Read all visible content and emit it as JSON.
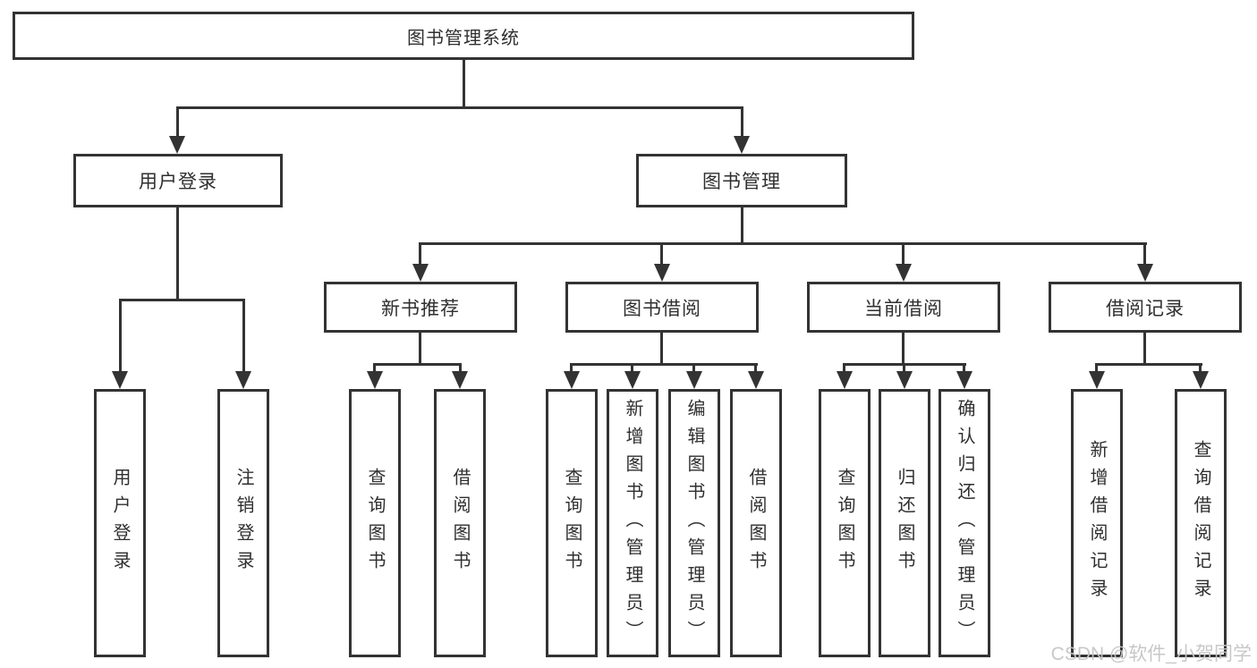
{
  "nodes": {
    "root": {
      "label": "图书管理系统"
    },
    "user_login": {
      "label": "用户登录"
    },
    "book_mgmt": {
      "label": "图书管理"
    },
    "new_books": {
      "label": "新书推荐"
    },
    "book_borrow": {
      "label": "图书借阅"
    },
    "current_borrow": {
      "label": "当前借阅"
    },
    "borrow_records": {
      "label": "借阅记录"
    },
    "leaf_user_login": {
      "label": "用户登录"
    },
    "leaf_logout": {
      "label": "注销登录"
    },
    "leaf_newbooks_query": {
      "label": "查询图书"
    },
    "leaf_newbooks_borrow": {
      "label": "借阅图书"
    },
    "leaf_borrow_query": {
      "label": "查询图书"
    },
    "leaf_borrow_add": {
      "label": "新增图书（管理员）"
    },
    "leaf_borrow_edit": {
      "label": "编辑图书（管理员）"
    },
    "leaf_borrow_borrow": {
      "label": "借阅图书"
    },
    "leaf_current_query": {
      "label": "查询图书"
    },
    "leaf_current_return": {
      "label": "归还图书"
    },
    "leaf_current_confirm": {
      "label": "确认归还（管理员）"
    },
    "leaf_records_add": {
      "label": "新增借阅记录"
    },
    "leaf_records_query": {
      "label": "查询借阅记录"
    }
  },
  "watermark": "CSDN @软件_小贺同学",
  "colors": {
    "line": "#333333",
    "text": "#2f2f2f",
    "watermark": "#c5c5c5",
    "background": "#ffffff"
  }
}
